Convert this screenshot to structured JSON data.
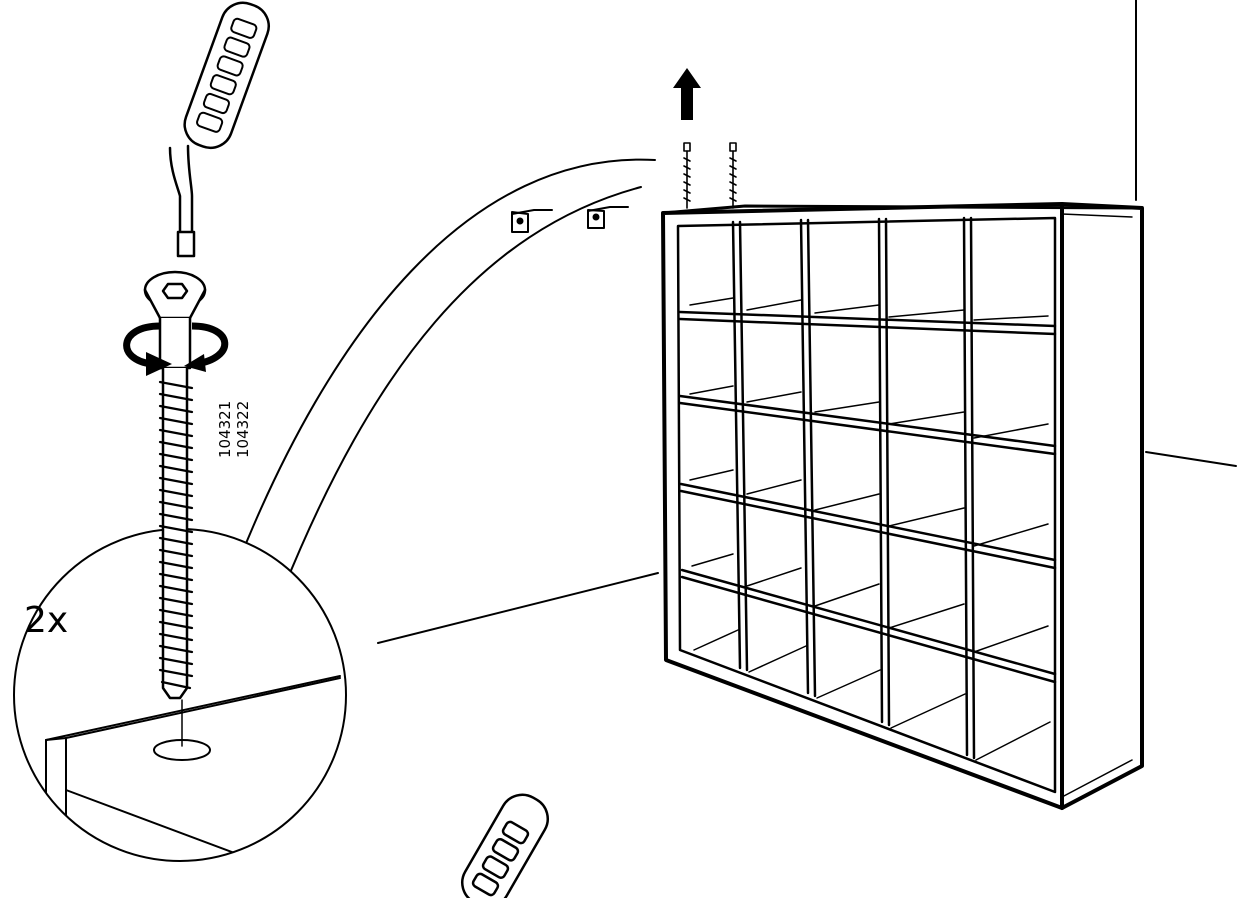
{
  "diagram": {
    "quantity_label": "2x",
    "part_numbers": [
      "104321",
      "104322"
    ]
  },
  "icons": {
    "lift_direction": "up-arrow-icon",
    "rotation": "clockwise-rotation-icon",
    "tool": "allen-key-handle-icon"
  },
  "colors": {
    "line": "#000000",
    "background": "#ffffff"
  }
}
